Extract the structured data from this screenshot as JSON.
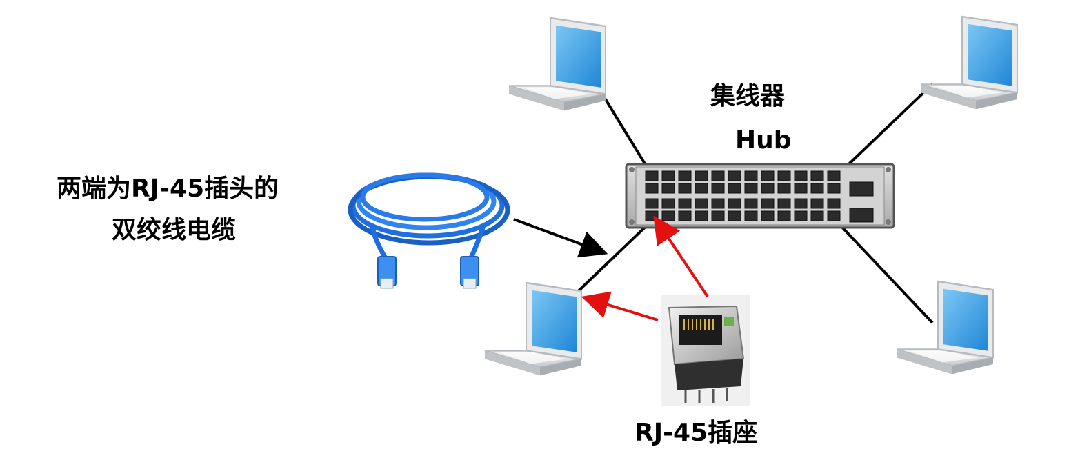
{
  "labels": {
    "hub_cn": "集线器",
    "hub_en": "Hub",
    "cable_line1": "两端为RJ-45插头的",
    "cable_line2": "双绞线电缆",
    "socket": "RJ-45插座"
  },
  "colors": {
    "wire": "#000000",
    "pointer": "#e41010",
    "laptop_screen": "#3fa6e6",
    "laptop_body": "#d9dcde",
    "cable": "#1f6fe0",
    "hub_face": "#c9c9c9",
    "port": "#2b2b2b"
  },
  "icons": [
    "laptop-icon",
    "hub-icon",
    "cable-icon",
    "rj45-socket-icon"
  ]
}
